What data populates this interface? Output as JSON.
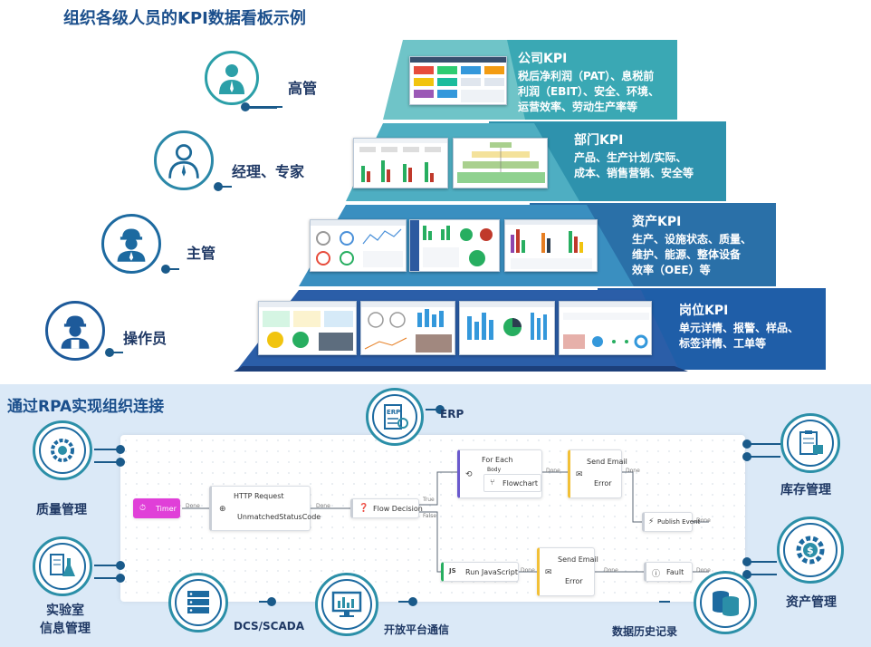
{
  "title": "组织各级人员的KPI数据看板示例",
  "levels": [
    {
      "role": "高管",
      "kpi_title": "公司KPI",
      "kpi_lines": [
        "税后净利润（PAT）、息税前",
        "利润（EBIT）、安全、环境、",
        "运营效率、劳动生产率等"
      ]
    },
    {
      "role": "经理、专家",
      "kpi_title": "部门KPI",
      "kpi_lines": [
        "产品、生产计划/实际、",
        "成本、销售营销、安全等"
      ]
    },
    {
      "role": "主管",
      "kpi_title": "资产KPI",
      "kpi_lines": [
        "生产、设施状态、质量、",
        "维护、能源、整体设备",
        "效率（OEE）等"
      ]
    },
    {
      "role": "操作员",
      "kpi_title": "岗位KPI",
      "kpi_lines": [
        "单元详情、报警、样品、",
        "标签详情、工单等"
      ]
    }
  ],
  "rpa": {
    "title": "通过RPA实现组织连接",
    "systems": {
      "erp": "ERP",
      "quality": "质量管理",
      "lab": [
        "实验室",
        "信息管理"
      ],
      "dcs": "DCS/SCADA",
      "open_platform": "开放平台通信",
      "history": "数据历史记录",
      "inventory": "库存管理",
      "assets": "资产管理"
    },
    "flow": {
      "timer": "Timer",
      "http_title": "HTTP Request",
      "http_sub": "UnmatchedStatusCode",
      "decision": "Flow Decision",
      "foreach_title": "For Each",
      "foreach_body": "Body",
      "flowchart": "Flowchart",
      "send_email_1": "Send Email",
      "error_1": "Error",
      "publish": "Publish Event",
      "run_js": "Run JavaScript",
      "send_email_2": "Send Email",
      "error_2": "Error",
      "fault": "Fault",
      "done": "Done",
      "true_label": "True",
      "false_label": "False"
    }
  }
}
